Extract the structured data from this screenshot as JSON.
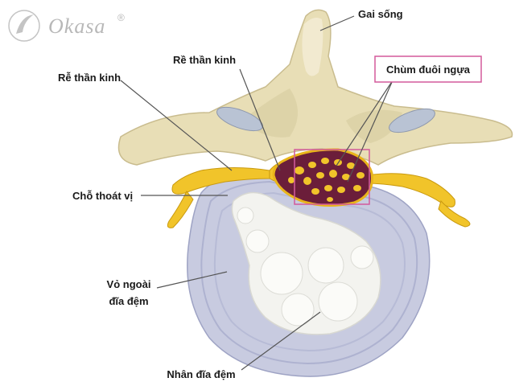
{
  "logo": {
    "text": "Okasa",
    "registered": "®"
  },
  "labels": {
    "spinous_process": "Gai sống",
    "nerve_root_upper": "Rề thần kinh",
    "cauda_equina": "Chùm đuôi ngựa",
    "nerve_root_left": "Rễ thần kinh",
    "herniation": "Chỗ thoát vị",
    "annulus_line1": "Vỏ ngoài",
    "annulus_line2": "đĩa đệm",
    "nucleus": "Nhân đĩa đệm"
  },
  "colors": {
    "bone": "#e8deb6",
    "bone_shadow": "#c9bc8e",
    "facet": "#b9c3d4",
    "disc": "#c8cbe0",
    "disc_ring": "#aeb2d0",
    "nucleus": "#f3f3ef",
    "nerve": "#f1c42a",
    "canal": "#6b1e3a",
    "highlight_box": "#d35a9c"
  }
}
